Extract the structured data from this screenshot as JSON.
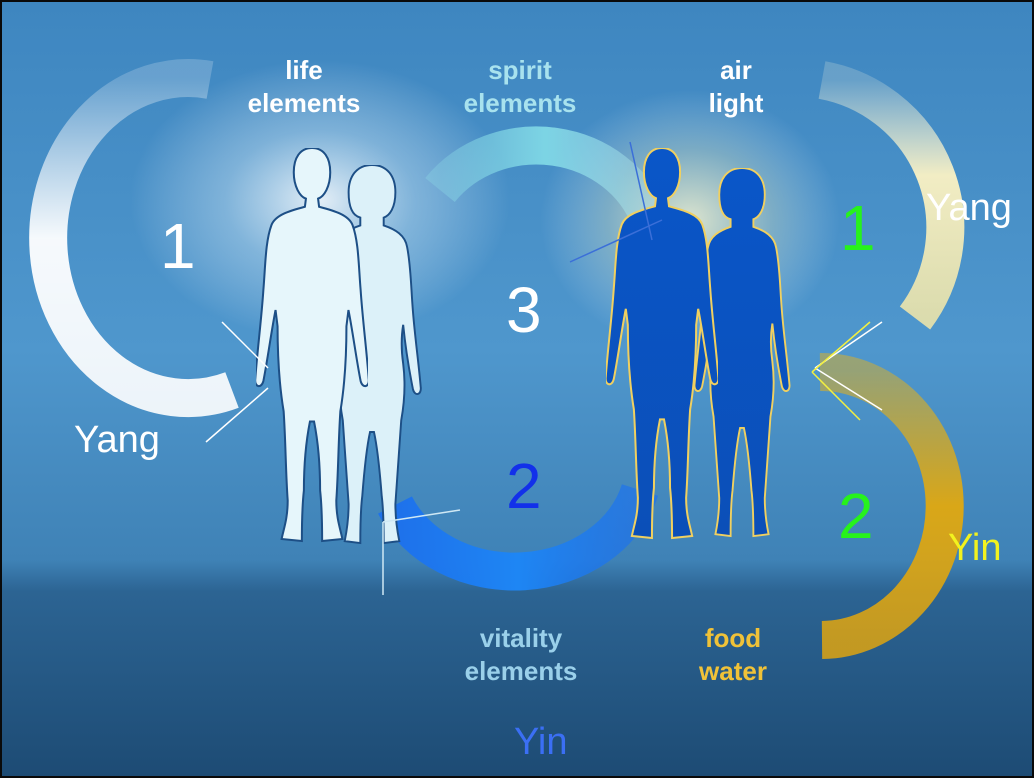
{
  "labels": {
    "life": [
      "life",
      "elements"
    ],
    "spirit": [
      "spirit",
      "elements"
    ],
    "air": [
      "air",
      "light"
    ],
    "vitality": [
      "vitality",
      "elements"
    ],
    "food": [
      "food",
      "water"
    ]
  },
  "numbers": {
    "left_one": "1",
    "center_three": "3",
    "center_two": "2",
    "right_one": "1",
    "right_two": "2"
  },
  "words": {
    "yang_left": "Yang",
    "yang_right": "Yang",
    "yin_right": "Yin",
    "yin_bottom": "Yin"
  },
  "colors": {
    "background_top": "#4a92c9",
    "background_bottom": "#1f4f79",
    "white_figures": "#e6f6fb",
    "blue_figures": "#0d5fd0",
    "ring_blue": "#1a7cf0",
    "ring_gold": "#d8a616",
    "spirit_text": "#a8e2ee",
    "food_text": "#f0c238",
    "vitality_text": "#9ad0ea",
    "number_green": "#27f21c",
    "number_blue": "#1230ea",
    "yin_blue": "#3b6ff4",
    "yin_yellow": "#f2f21e"
  }
}
